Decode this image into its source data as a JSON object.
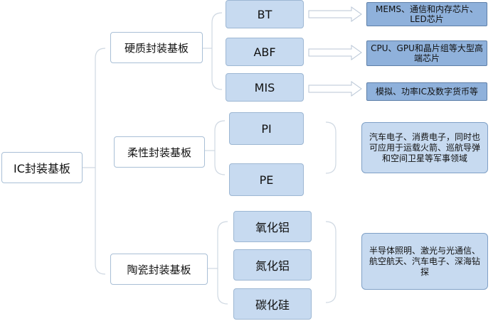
{
  "root": {
    "label": "IC封装基板"
  },
  "categories": [
    {
      "label": "硬质封装基板",
      "items": [
        "BT",
        "ABF",
        "MIS"
      ],
      "applications": [
        "MEMS、通信和内存芯片、LED芯片",
        "CPU、GPU和晶片组等大型高端芯片",
        "模拟、功率IC及数字货币等"
      ]
    },
    {
      "label": "柔性封装基板",
      "items": [
        "PI",
        "PE"
      ],
      "note": "汽车电子、消费电子，同时也可应用于运载火箭、巡航导弹和空间卫星等军事领域"
    },
    {
      "label": "陶瓷封装基板",
      "items": [
        "氧化铝",
        "氮化铝",
        "碳化硅"
      ],
      "note": "半导体照明、激光与光通信、航空航天、汽车电子、深海钻探"
    }
  ],
  "colors": {
    "leaf_fill": "#c7daf0",
    "app_fill": "#8fb1db",
    "line": "#cfd8e2"
  }
}
